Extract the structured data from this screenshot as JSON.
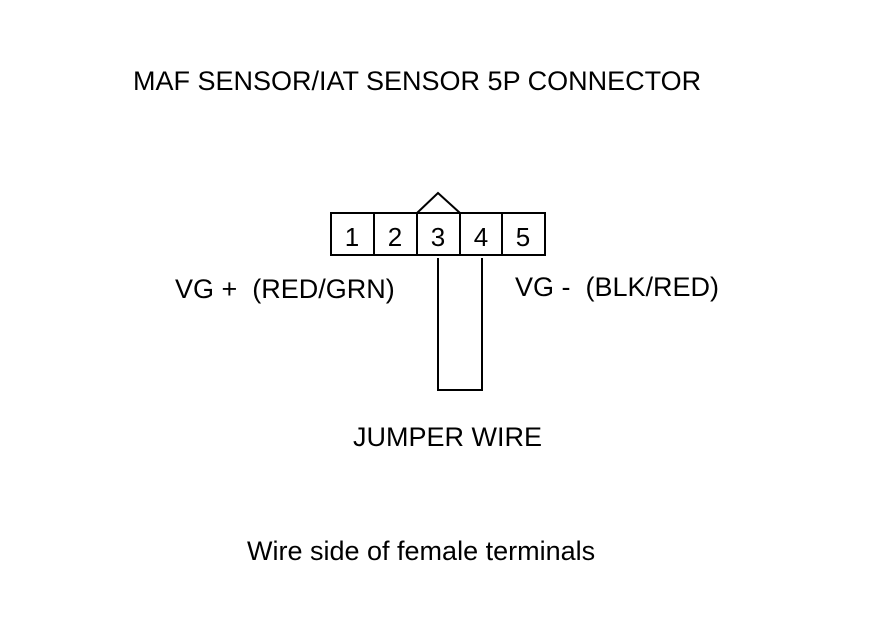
{
  "title": "MAF SENSOR/IAT SENSOR 5P CONNECTOR",
  "connector": {
    "terminals": [
      "1",
      "2",
      "3",
      "4",
      "5"
    ],
    "key_position": "3"
  },
  "labels": {
    "left": "VG +  (RED/GRN)",
    "right": "VG -  (BLK/RED)",
    "jumper": "JUMPER WIRE"
  },
  "caption": "Wire side of female terminals"
}
